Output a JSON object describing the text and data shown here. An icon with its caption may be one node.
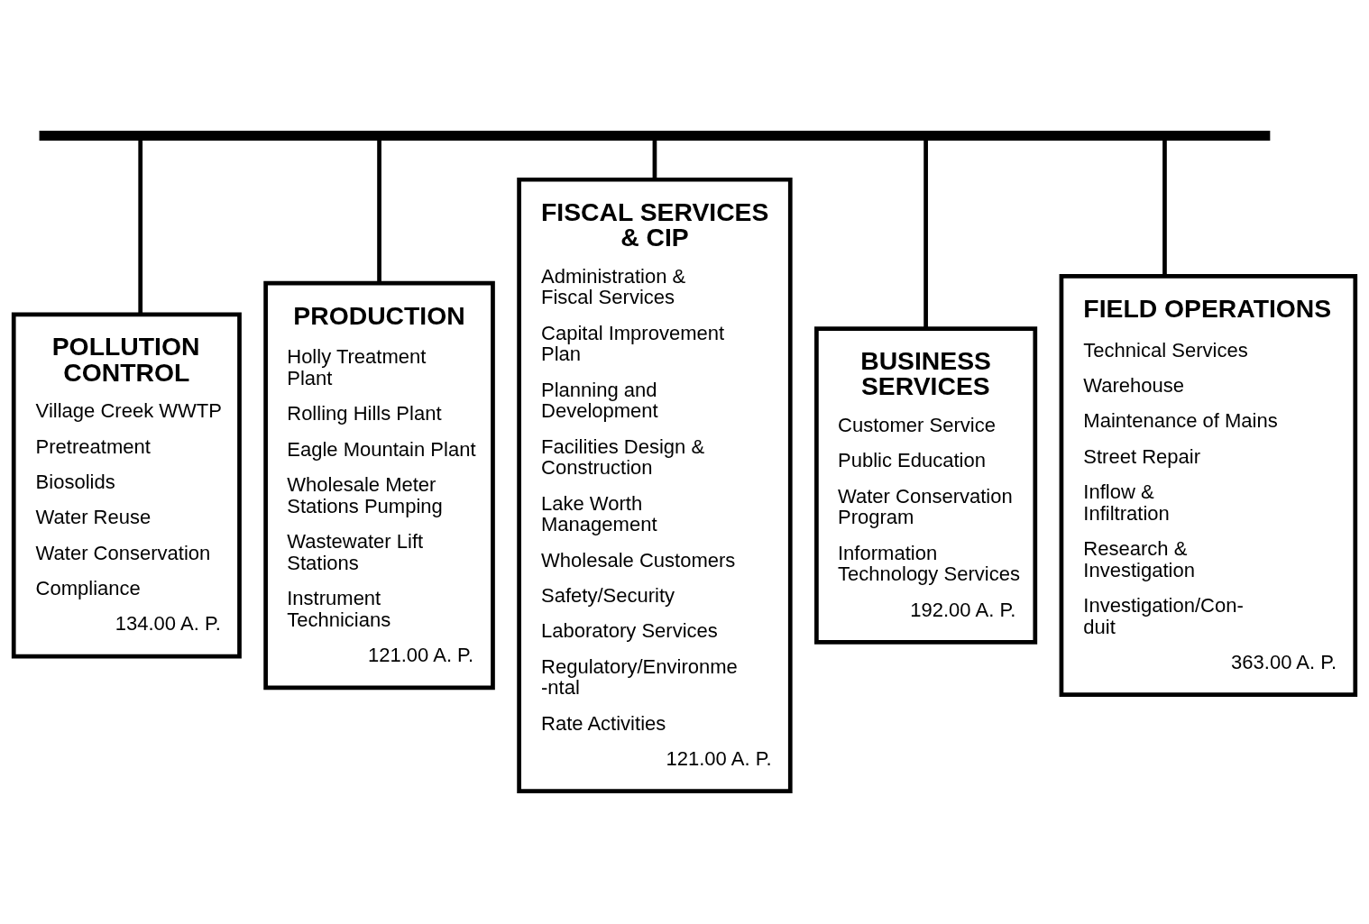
{
  "diagram": {
    "nodes": [
      {
        "text": [],
        "shape": "bar"
      },
      {
        "text": [
          "POLLUTION CONTROL",
          "Village Creek WWTP",
          "Pretreatment",
          "Biosolids",
          "Water Reuse",
          "Water Conservation",
          "Compliance",
          "134.00 A. P."
        ]
      },
      {
        "text": [
          "PRODUCTION",
          "Holly Treatment Plant",
          "Rolling Hills Plant",
          "Eagle Mountain Plant",
          "Wholesale Meter Stations Pumping",
          "Wastewater Lift Stations",
          "Instrument Technicians",
          "121.00 A. P."
        ]
      },
      {
        "text": [
          "FISCAL SERVICES & CIP",
          "Administration & Fiscal Services",
          "Capital Improvement Plan",
          "Planning and Development",
          "Facilities Design & Construction",
          "Lake Worth Management",
          "Wholesale Customers",
          "Safety/Security",
          "Laboratory Services",
          "Regulatory/Environme-ntal",
          "Rate Activities",
          "121.00 A. P."
        ]
      },
      {
        "text": [
          "BUSINESS SERVICES",
          "Customer Service",
          "Public Education",
          "Water Conservation Program",
          "Information Technology Services",
          "192.00 A. P."
        ]
      },
      {
        "text": [
          "FIELD OPERATIONS",
          "Technical Services",
          "Warehouse",
          "Maintenance of Mains",
          "Street Repair",
          "Inflow & Infiltration",
          "Research & Investigation",
          "Investigation/Con-duit",
          "363.00 A. P."
        ]
      }
    ],
    "edges": [
      {
        "from": 0,
        "to": 1,
        "arrow": "none"
      },
      {
        "from": 0,
        "to": 2,
        "arrow": "none"
      },
      {
        "from": 0,
        "to": 3,
        "arrow": "none"
      },
      {
        "from": 0,
        "to": 4,
        "arrow": "none"
      },
      {
        "from": 0,
        "to": 5,
        "arrow": "none"
      }
    ]
  }
}
